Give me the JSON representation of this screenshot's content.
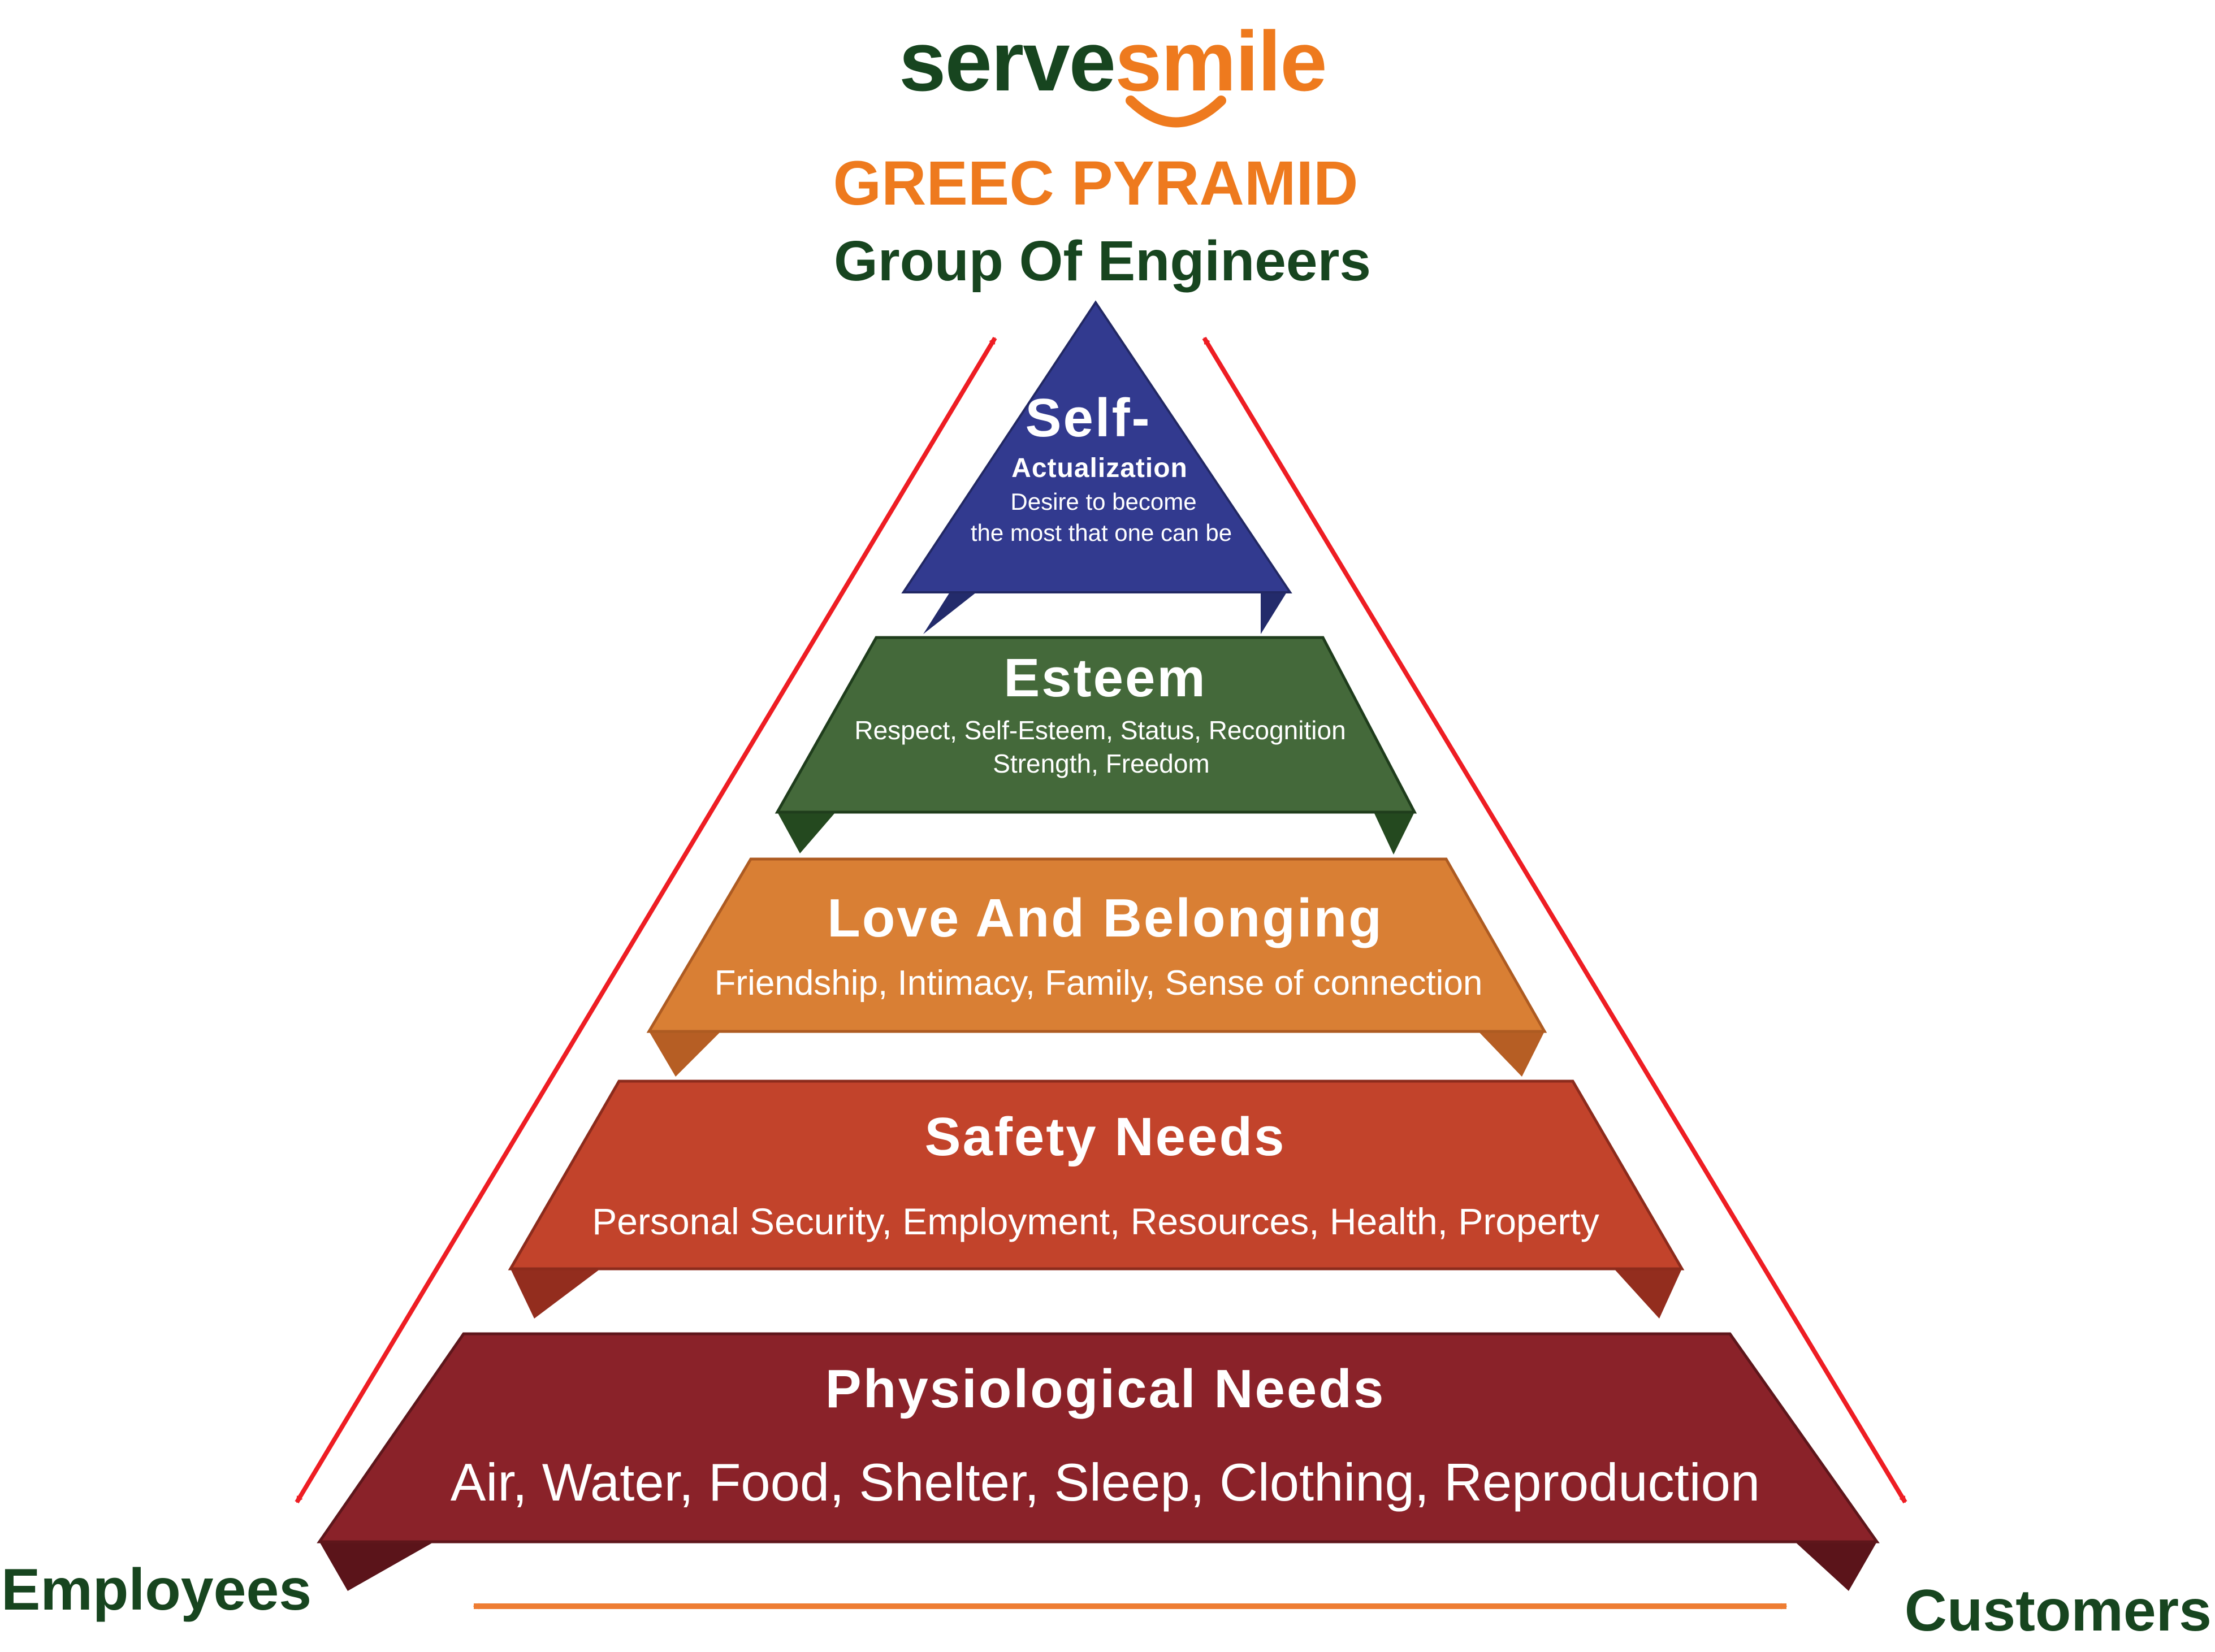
{
  "logo": {
    "part1": "serve",
    "part2": "smile"
  },
  "title": "GREEC PYRAMID",
  "subtitle": "Group Of Engineers",
  "left_label": "Employees",
  "right_label": "Customers",
  "colors": {
    "dark_green": "#17451f",
    "orange": "#ee7a1e",
    "arrow_red": "#ee1d23",
    "arrow_orange": "#ee7d33"
  },
  "tiers": [
    {
      "title": "Self-",
      "title2": "Actualization",
      "sub1": "Desire to become",
      "sub2": "the most that one can be",
      "color": "#323a8f"
    },
    {
      "title": "Esteem",
      "sub1": "Respect, Self-Esteem, Status, Recognition",
      "sub2": "Strength, Freedom",
      "color": "#44693a"
    },
    {
      "title": "Love And Belonging",
      "sub1": "Friendship, Intimacy, Family, Sense of connection",
      "color": "#d97f34"
    },
    {
      "title": "Safety Needs",
      "sub1": "Personal Security, Employment, Resources, Health, Property",
      "color": "#c2432b"
    },
    {
      "title": "Physiological Needs",
      "sub1": "Air, Water, Food, Shelter, Sleep, Clothing, Reproduction",
      "color": "#8a2229"
    }
  ]
}
